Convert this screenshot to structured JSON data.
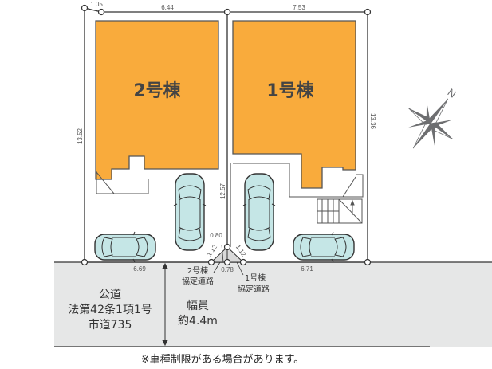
{
  "site_plan": {
    "colors": {
      "building_fill": "#f9ab3c",
      "building_stroke": "#555555",
      "road_fill": "#e6e7e7",
      "car_fill": "#c5e6e6",
      "car_stroke": "#333333",
      "lot_line": "#333333",
      "compass": "#6d6e70"
    },
    "buildings": [
      {
        "id": "building-2",
        "label": "2号棟"
      },
      {
        "id": "building-1",
        "label": "1号棟"
      }
    ],
    "dimensions": {
      "top_left_short": "1.05",
      "top_lot2": "6.44",
      "top_lot1": "7.53",
      "left_side": "13.52",
      "right_side": "13.36",
      "middle_boundary": "12.57",
      "bottom_lot2": "6.69",
      "bottom_lot1": "6.71",
      "shared_top": "0.80",
      "shared_left_diag": "1.12",
      "shared_right_diag": "1.12",
      "shared_bottom": "0.78"
    },
    "agreement_roads": {
      "lot2_label_line1": "2号棟",
      "lot2_label_line2": "協定道路",
      "lot1_label_line1": "1号棟",
      "lot1_label_line2": "協定道路"
    },
    "road": {
      "type_line1": "公道",
      "type_line2": "法第42条1項1号",
      "type_line3": "市道735",
      "width_label": "幅員",
      "width_value": "約4.4m"
    },
    "compass": {
      "north_label": "N"
    },
    "note": "※車種制限がある場合があります。"
  }
}
